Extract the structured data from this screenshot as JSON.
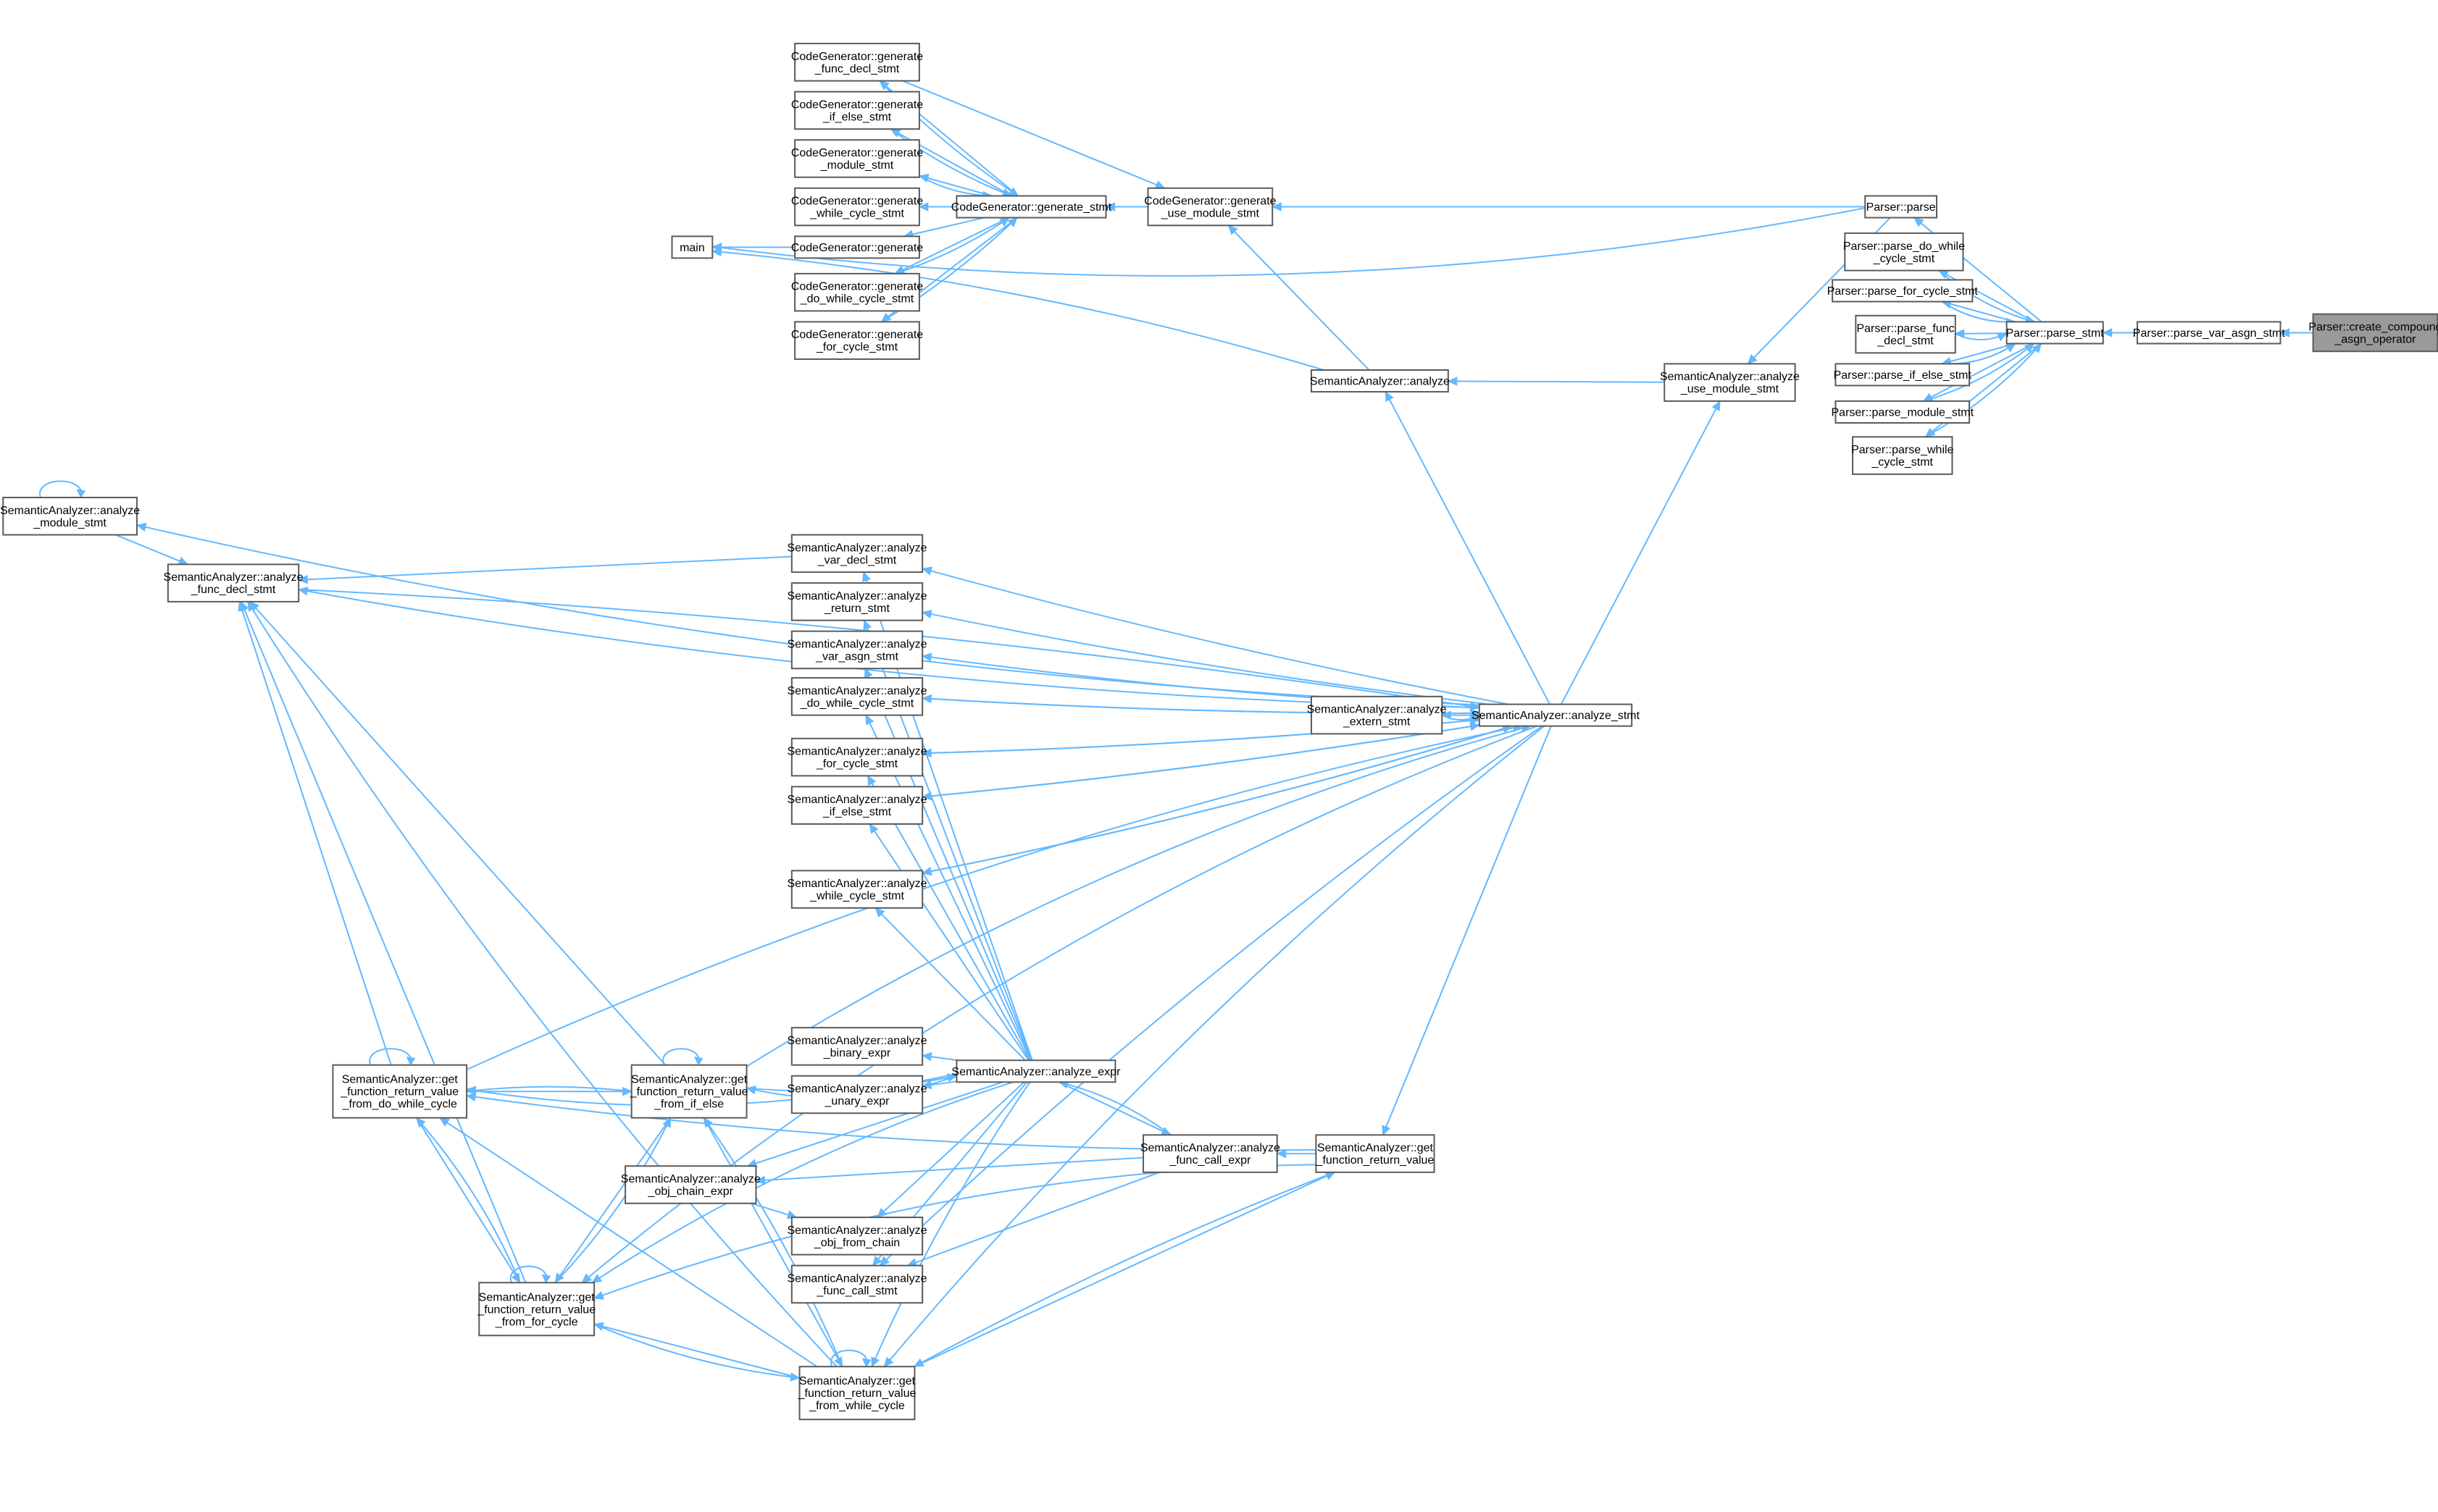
{
  "colors": {
    "edge": "#63b8ff",
    "node_border": "#5a5a5a",
    "highlight_fill": "#9a9a9a",
    "background": "#ffffff"
  },
  "nodes": {
    "create_compound": [
      "Parser::create_compound",
      "_asgn_operator"
    ],
    "parse_var_asgn": [
      "Parser::parse_var_asgn_stmt"
    ],
    "parse_stmt": [
      "Parser::parse_stmt"
    ],
    "parse": [
      "Parser::parse"
    ],
    "parse_do_while": [
      "Parser::parse_do_while",
      "_cycle_stmt"
    ],
    "parse_for_cycle": [
      "Parser::parse_for_cycle_stmt"
    ],
    "parse_func_decl": [
      "Parser::parse_func",
      "_decl_stmt"
    ],
    "parse_if_else": [
      "Parser::parse_if_else_stmt"
    ],
    "parse_module": [
      "Parser::parse_module_stmt"
    ],
    "parse_while": [
      "Parser::parse_while",
      "_cycle_stmt"
    ],
    "sa_use_module": [
      "SemanticAnalyzer::analyze",
      "_use_module_stmt"
    ],
    "sa_analyze": [
      "SemanticAnalyzer::analyze"
    ],
    "cg_use_module": [
      "CodeGenerator::generate",
      "_use_module_stmt"
    ],
    "cg_generate_stmt": [
      "CodeGenerator::generate_stmt"
    ],
    "cg_func_decl": [
      "CodeGenerator::generate",
      "_func_decl_stmt"
    ],
    "cg_if_else": [
      "CodeGenerator::generate",
      "_if_else_stmt"
    ],
    "cg_module": [
      "CodeGenerator::generate",
      "_module_stmt"
    ],
    "cg_while": [
      "CodeGenerator::generate",
      "_while_cycle_stmt"
    ],
    "cg_generate": [
      "CodeGenerator::generate"
    ],
    "cg_do_while": [
      "CodeGenerator::generate",
      "_do_while_cycle_stmt"
    ],
    "cg_for": [
      "CodeGenerator::generate",
      "_for_cycle_stmt"
    ],
    "main": [
      "main"
    ],
    "sa_stmt": [
      "SemanticAnalyzer::analyze_stmt"
    ],
    "sa_extern": [
      "SemanticAnalyzer::analyze",
      "_extern_stmt"
    ],
    "sa_module": [
      "SemanticAnalyzer::analyze",
      "_module_stmt"
    ],
    "sa_func_decl": [
      "SemanticAnalyzer::analyze",
      "_func_decl_stmt"
    ],
    "sa_var_decl": [
      "SemanticAnalyzer::analyze",
      "_var_decl_stmt"
    ],
    "sa_return": [
      "SemanticAnalyzer::analyze",
      "_return_stmt"
    ],
    "sa_var_asgn": [
      "SemanticAnalyzer::analyze",
      "_var_asgn_stmt"
    ],
    "sa_do_while": [
      "SemanticAnalyzer::analyze",
      "_do_while_cycle_stmt"
    ],
    "sa_for": [
      "SemanticAnalyzer::analyze",
      "_for_cycle_stmt"
    ],
    "sa_if_else": [
      "SemanticAnalyzer::analyze",
      "_if_else_stmt"
    ],
    "sa_while": [
      "SemanticAnalyzer::analyze",
      "_while_cycle_stmt"
    ],
    "sa_binary": [
      "SemanticAnalyzer::analyze",
      "_binary_expr"
    ],
    "sa_expr": [
      "SemanticAnalyzer::analyze_expr"
    ],
    "sa_unary": [
      "SemanticAnalyzer::analyze",
      "_unary_expr"
    ],
    "sa_obj_chain": [
      "SemanticAnalyzer::analyze",
      "_obj_chain_expr"
    ],
    "sa_obj_from_chain": [
      "SemanticAnalyzer::analyze",
      "_obj_from_chain"
    ],
    "sa_func_call_stmt": [
      "SemanticAnalyzer::analyze",
      "_func_call_stmt"
    ],
    "sa_func_call_expr": [
      "SemanticAnalyzer::analyze",
      "_func_call_expr"
    ],
    "sa_get_ret": [
      "SemanticAnalyzer::get",
      "_function_return_value"
    ],
    "sa_get_ret_do_while": [
      "SemanticAnalyzer::get",
      "_function_return_value",
      "_from_do_while_cycle"
    ],
    "sa_get_ret_if_else": [
      "SemanticAnalyzer::get",
      "_function_return_value",
      "_from_if_else"
    ],
    "sa_get_ret_for": [
      "SemanticAnalyzer::get",
      "_function_return_value",
      "_from_for_cycle"
    ],
    "sa_get_ret_while": [
      "SemanticAnalyzer::get",
      "_function_return_value",
      "_from_while_cycle"
    ]
  }
}
